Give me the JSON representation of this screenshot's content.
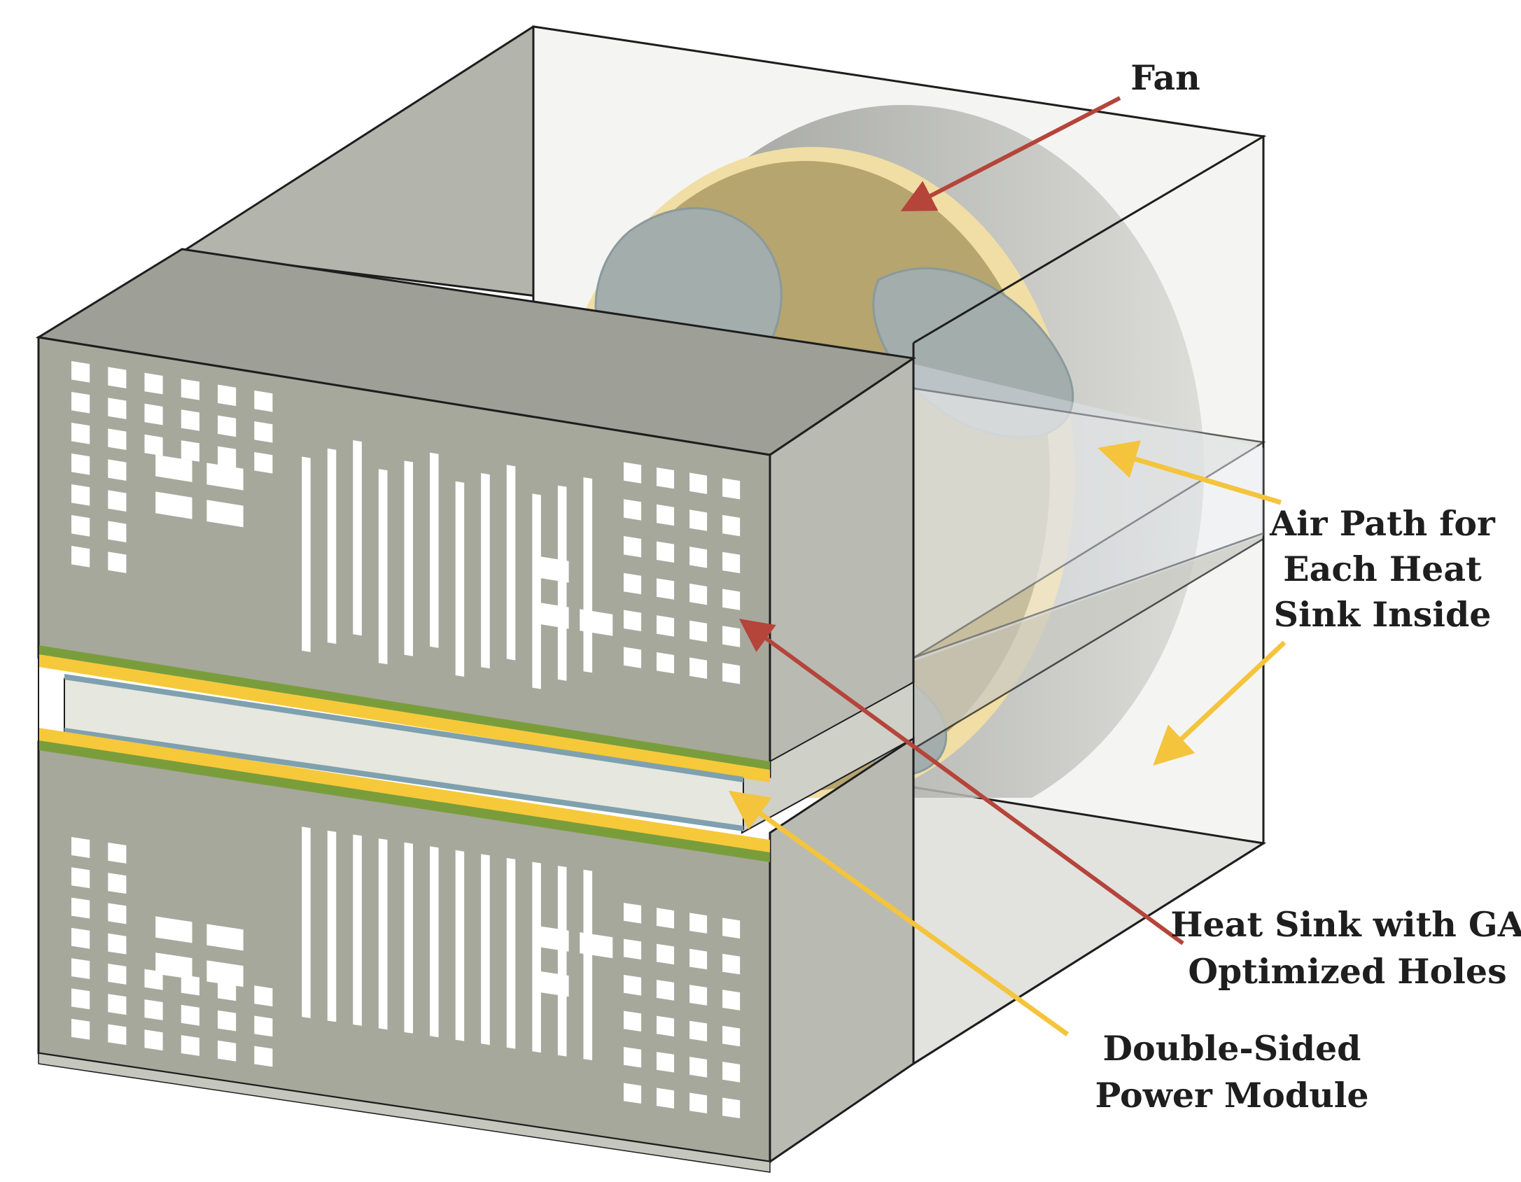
{
  "labels": {
    "fan": "Fan",
    "air_path": [
      "Air Path for",
      "Each Heat",
      "Sink Inside"
    ],
    "heat_sink": [
      "Heat Sink with GA",
      "Optimized Holes"
    ],
    "power_module": [
      "Double-Sided",
      "Power Module"
    ]
  },
  "colors": {
    "housing_gray": "#b3b4ab",
    "heat_sink_gray": "#a7a89c",
    "fan_gold": "#b6a56e",
    "fan_blade": "#a3adac",
    "substrate_yellow": "#f6c93a",
    "substrate_green": "#7a9d3c",
    "substrate_blue": "#7fa0ae",
    "arrow_red": "#b5443a",
    "arrow_yellow": "#f4c43c"
  }
}
